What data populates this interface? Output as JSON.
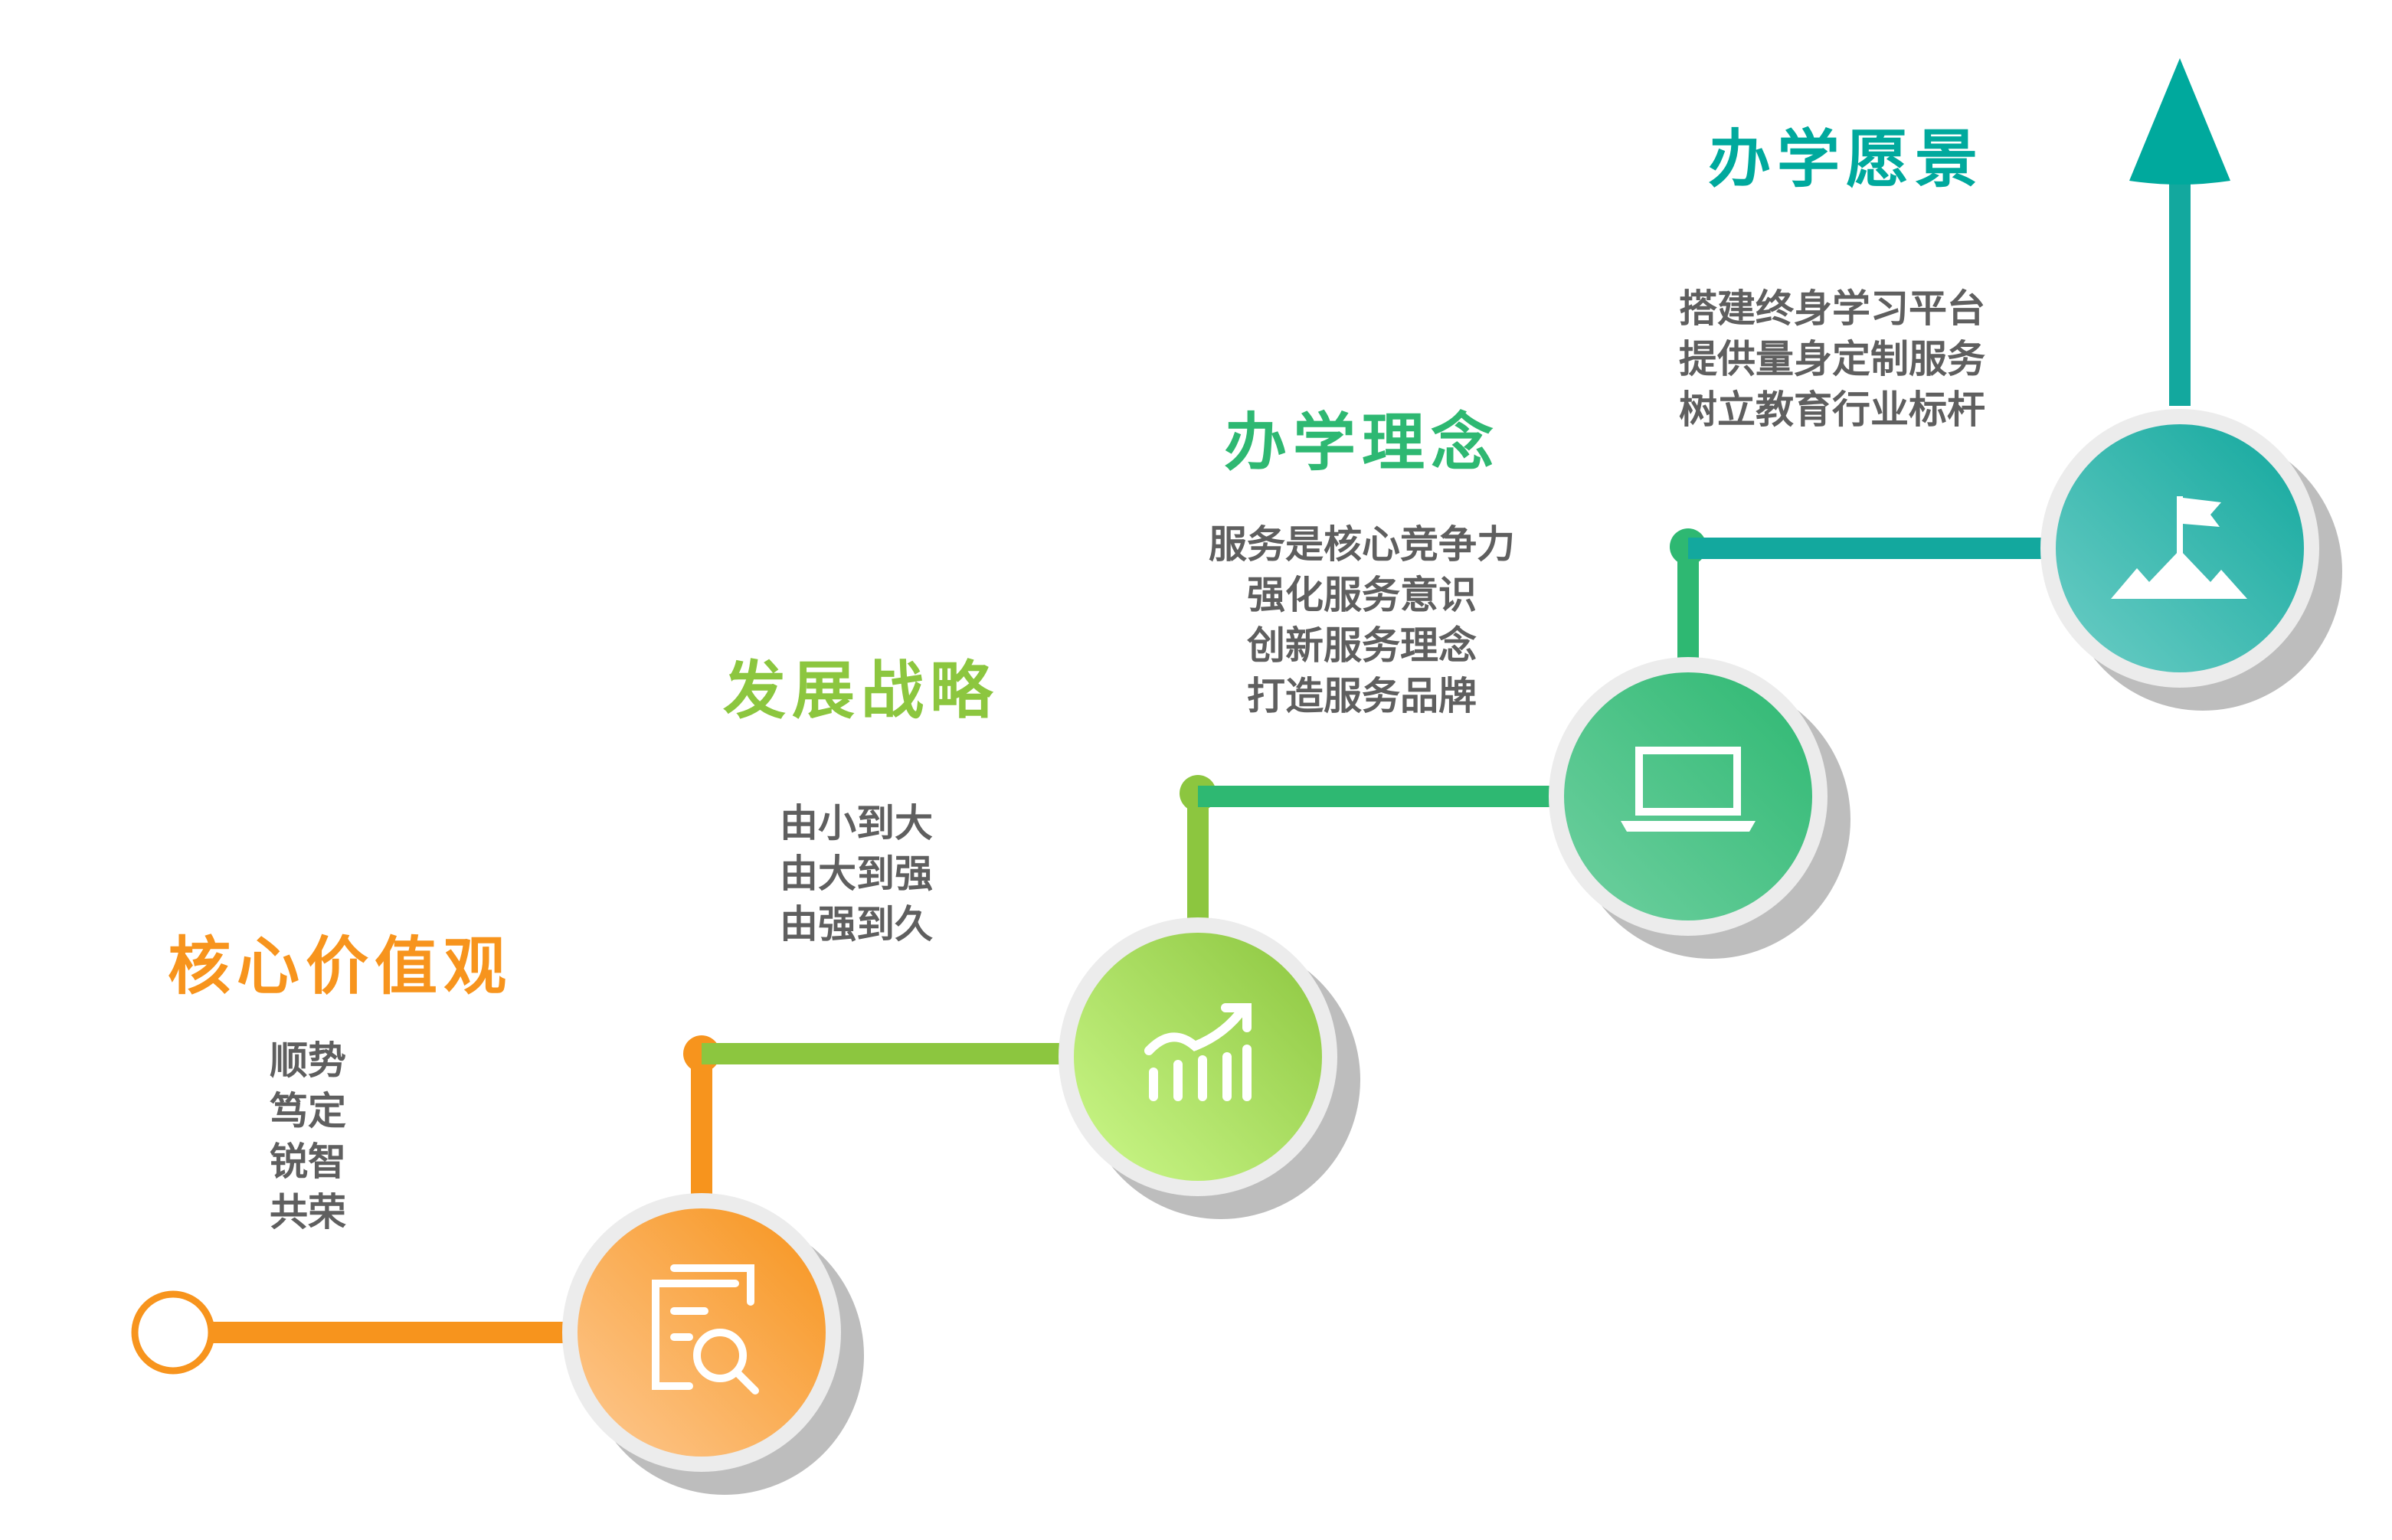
{
  "colors": {
    "orange": "#f7941d",
    "lime": "#8cc63f",
    "green": "#2eb872",
    "teal": "#13a89e",
    "text": "#5f5f5f"
  },
  "steps": [
    {
      "title": "核心价值观",
      "lines": [
        "顺势",
        "笃定",
        "锐智",
        "共荣"
      ],
      "icon": "document-search-icon"
    },
    {
      "title": "发展战略",
      "lines": [
        "由小到大",
        "由大到强",
        "由强到久"
      ],
      "icon": "bar-chart-growth-icon"
    },
    {
      "title": "办学理念",
      "lines": [
        "服务是核心竞争力",
        "强化服务意识",
        "创新服务理念",
        "打造服务品牌"
      ],
      "icon": "laptop-icon"
    },
    {
      "title": "办学愿景",
      "lines": [
        "搭建终身学习平台",
        "提供量身定制服务",
        "树立教育行业标杆"
      ],
      "icon": "mountain-flag-icon"
    }
  ]
}
